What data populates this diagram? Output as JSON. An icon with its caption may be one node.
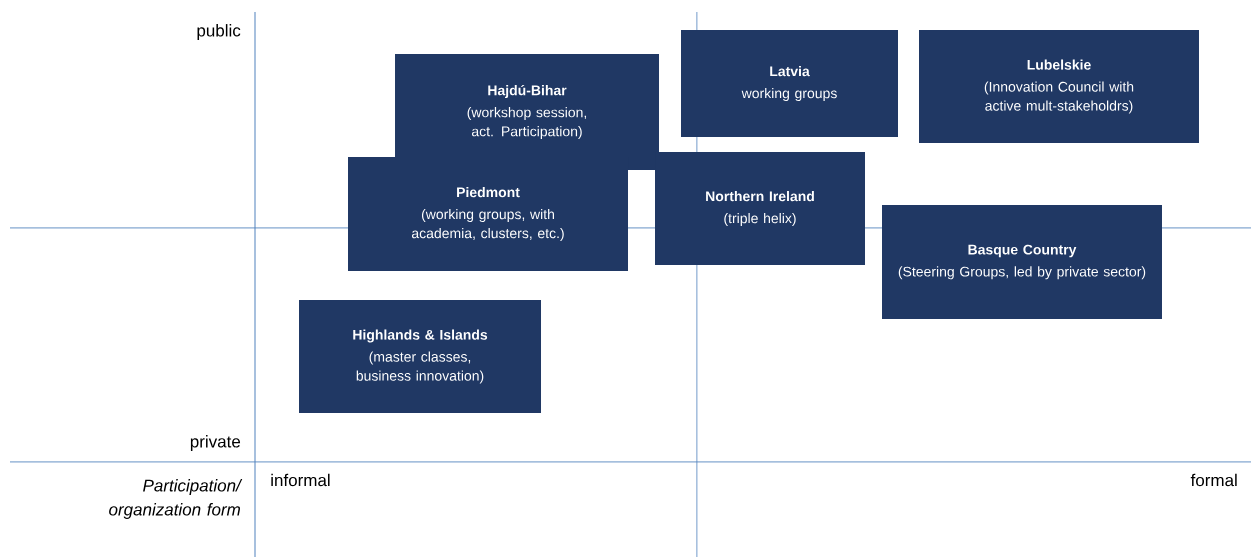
{
  "diagram": {
    "nodes": [
      {
        "text": [
          "Latvia",
          "working groups"
        ]
      },
      {
        "text": [
          "Lubelskie",
          "(Innovation Council with active mult-stakeholdrs)"
        ]
      },
      {
        "text": [
          "Hajdú-Bihar",
          "(workshop session, act. Participation)"
        ]
      },
      {
        "text": [
          "Northern Ireland",
          "(triple helix)"
        ]
      },
      {
        "text": [
          "Piedmont",
          "(working groups, with academia, clusters, etc.)"
        ]
      },
      {
        "text": [
          "Basque Country",
          "(Steering Groups, led by private sector)"
        ]
      },
      {
        "text": [
          "Highlands & Islands",
          "(master classes, business innovation)"
        ]
      }
    ],
    "labels": [
      "public",
      "private",
      "*Participation/ organization form*",
      "informal",
      "formal"
    ]
  }
}
